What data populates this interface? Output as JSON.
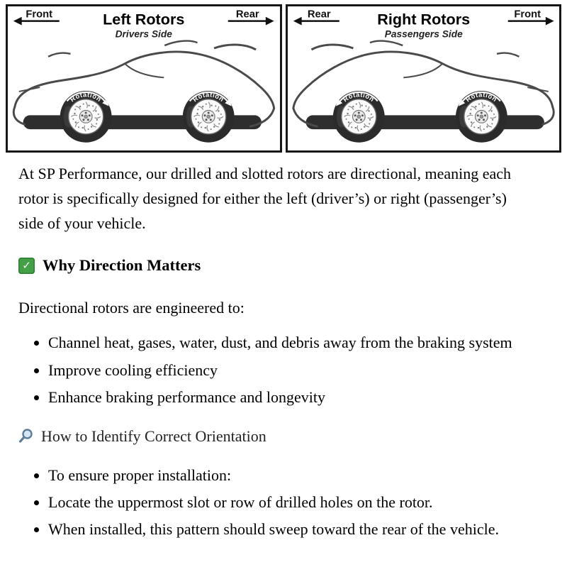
{
  "diagram": {
    "left": {
      "title": "Left Rotors",
      "subtitle": "Drivers Side",
      "label_left": "Front",
      "label_right": "Rear",
      "rotation": "Rotation"
    },
    "right": {
      "title": "Right Rotors",
      "subtitle": "Passengers Side",
      "label_left": "Rear",
      "label_right": "Front",
      "rotation": "Rotation"
    }
  },
  "content": {
    "intro": "At SP Performance, our drilled and slotted rotors are directional, meaning each rotor is specifically designed for either the left (driver’s) or right (passenger’s) side of your vehicle.",
    "why": {
      "icon": "✓",
      "heading": "Why Direction Matters",
      "lead": "Directional rotors are engineered to:",
      "bullets": [
        "Channel heat, gases, water, dust, and debris away from the braking system",
        "Improve cooling efficiency",
        "Enhance braking performance and longevity"
      ]
    },
    "how": {
      "heading": "How to Identify Correct Orientation",
      "bullets": [
        "To ensure proper installation:",
        "Locate the uppermost slot or row of drilled holes on the rotor.",
        "When installed, this pattern should sweep toward the rear of the vehicle."
      ]
    }
  }
}
